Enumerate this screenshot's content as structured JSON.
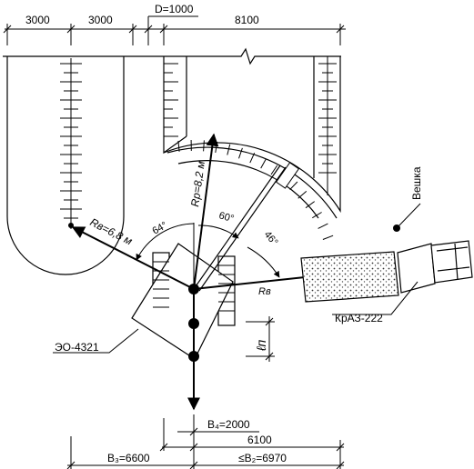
{
  "dimensions": {
    "top": [
      "3000",
      "3000",
      "D=1000",
      "8100"
    ],
    "b4": "B₄=2000",
    "w6100": "6100",
    "b3": "B₃=6600",
    "bz": "≤B₂=6970"
  },
  "radii": {
    "rv_text": "Rв=6,8 м",
    "rp_text": "Rр=8,2 м",
    "rb_label": "Rв"
  },
  "angles": {
    "a64": "64°",
    "a60": "60°",
    "a46": "46°"
  },
  "labels": {
    "veshka": "Вешка",
    "kraz": "КрАЗ-222",
    "eo": "ЭО-4321",
    "lp": "ℓп"
  }
}
